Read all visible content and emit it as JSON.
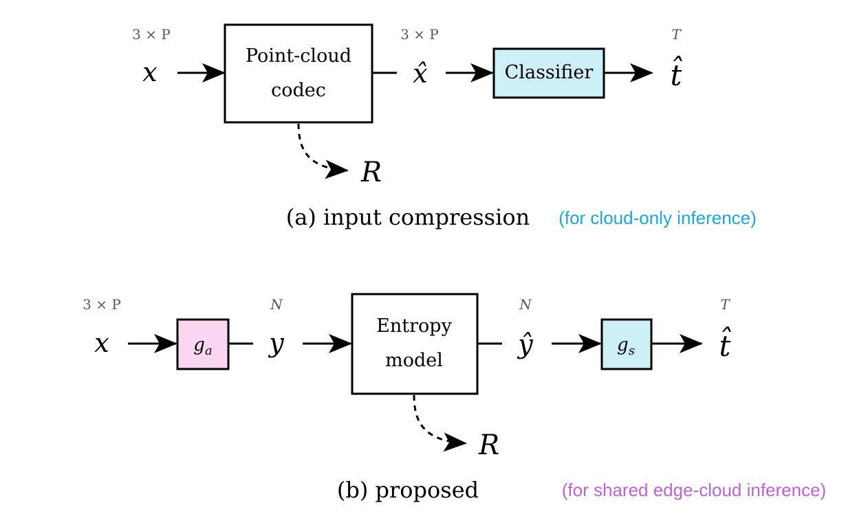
{
  "panel_a": {
    "caption": "(a) input compression",
    "note": "(for cloud-only inference)",
    "dim_in": "3 × P",
    "dim_mid": "3 × P",
    "dim_out": "T",
    "x_label": "x",
    "xhat_label": "x̂",
    "t_label": "t̂",
    "rate_label": "R",
    "codec_line1": "Point-cloud",
    "codec_line2": "codec",
    "classifier_label": "Classifier"
  },
  "panel_b": {
    "caption": "(b) proposed",
    "note": "(for shared edge-cloud inference)",
    "dim_in": "3 × P",
    "dim_y": "N",
    "dim_yhat": "N",
    "dim_out": "T",
    "x_label": "x",
    "y_label": "y",
    "yhat_label": "ŷ",
    "t_label": "t̂",
    "rate_label": "R",
    "ga_main": "g",
    "ga_sub": "a",
    "gs_main": "g",
    "gs_sub": "s",
    "entropy_line1": "Entropy",
    "entropy_line2": "model"
  },
  "colors": {
    "classifier_fill": "#cdeff6",
    "ga_fill": "#fbd6f0",
    "gs_fill": "#cdeff6",
    "note_a": "#1aa7dc",
    "note_b": "#c061d6"
  }
}
